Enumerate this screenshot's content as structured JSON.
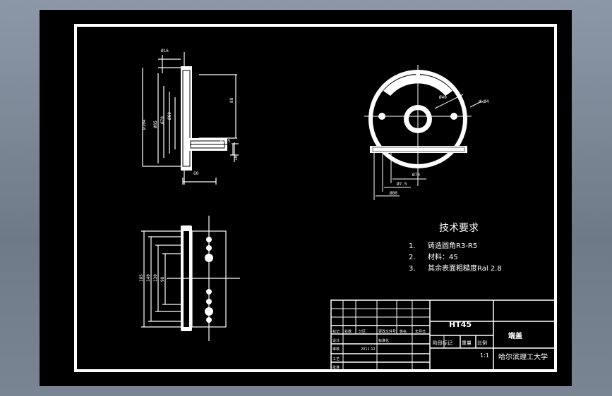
{
  "drawing": {
    "tech_title": "技术要求",
    "requirements": [
      {
        "num": "1.",
        "text": "铸造圆角R3-R5"
      },
      {
        "num": "2.",
        "text": "材料：45"
      },
      {
        "num": "3.",
        "text": "其余表面粗糙度Ral 2.8"
      }
    ],
    "front_dims": {
      "d16": "Ø16",
      "d104": "Ø104",
      "d85": "Ø85",
      "d70": "Ø70",
      "d60": "Ø60",
      "h88": "88",
      "d7_5": "Ø7.5",
      "w10": "10",
      "w60": "60"
    },
    "circle_dims": {
      "d40": "Ø40",
      "holes": "4xØ4",
      "d70": "Ø70",
      "d75": "Ø7.5",
      "d80": "Ø80"
    },
    "side_dims": {
      "d185": "185",
      "d140": "140",
      "d130": "130",
      "d98": "98"
    },
    "title_block": {
      "material": "HT45",
      "part_name": "端盖",
      "stage_label": "阶段标记",
      "weight_label": "重量",
      "scale_label": "比例",
      "scale": "1:1",
      "school": "哈尔滨理工大学",
      "row_labels": [
        "标记",
        "处数",
        "分区",
        "更改文件号",
        "签名",
        "年月日"
      ],
      "design_label": "设计",
      "date": "2011.12",
      "review_label": "审核",
      "standard_label": "标准化",
      "process_label": "工艺",
      "approve_label": "批准"
    }
  }
}
